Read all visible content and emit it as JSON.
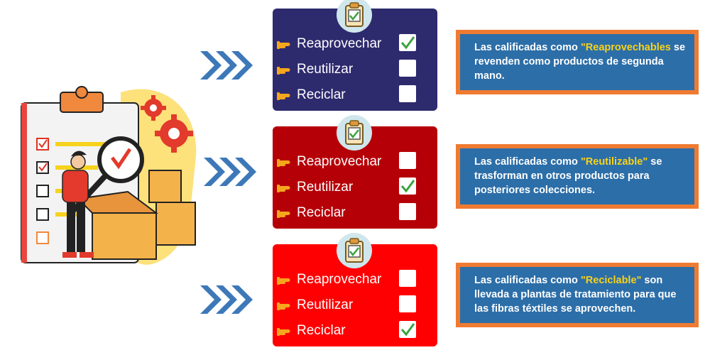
{
  "colors": {
    "panel1": "#2e2a6e",
    "panel2": "#b60008",
    "panel3": "#fe0002",
    "note_bg": "#2c6ea8",
    "note_border": "#ef7b32",
    "highlight": "#f7d21c",
    "arrow": "#3d78b8",
    "check": "#3aa33e",
    "hand": "#f5a61d"
  },
  "icons": [
    "pointing-hand-icon",
    "clipboard-check-icon",
    "chevron-arrow-icon",
    "checkmark-icon",
    "gear-icon",
    "magnifier-icon"
  ],
  "panels": [
    {
      "options": [
        {
          "label": "Reaprovechar",
          "checked": true
        },
        {
          "label": "Reutilizar",
          "checked": false
        },
        {
          "label": "Reciclar",
          "checked": false
        }
      ]
    },
    {
      "options": [
        {
          "label": "Reaprovechar",
          "checked": false
        },
        {
          "label": "Reutilizar",
          "checked": true
        },
        {
          "label": "Reciclar",
          "checked": false
        }
      ]
    },
    {
      "options": [
        {
          "label": "Reaprovechar",
          "checked": false
        },
        {
          "label": "Reutilizar",
          "checked": false
        },
        {
          "label": "Reciclar",
          "checked": true
        }
      ]
    }
  ],
  "notes": [
    {
      "lead": "Las calificadas como ",
      "highlight": "\"Reaprovechables",
      "rest": " se revenden como productos de segunda mano."
    },
    {
      "lead": "Las calificadas como ",
      "highlight": "\"Reutilizable\"",
      "rest": " se trasforman en otros productos para posteriores colecciones."
    },
    {
      "lead": "Las calificadas como ",
      "highlight": "\"Reciclable\"",
      "rest": " son llevada a plantas de tratamiento para que las fibras téxtiles se aprovechen."
    }
  ]
}
